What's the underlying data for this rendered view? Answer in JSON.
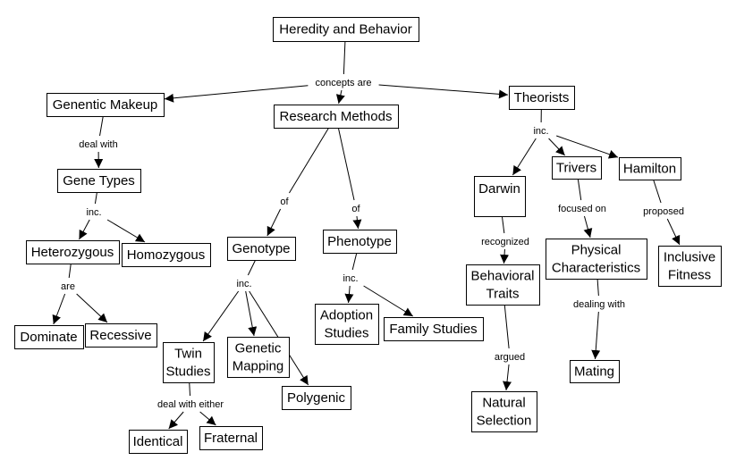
{
  "title": "Heredity and Behavior",
  "colors": {
    "background": "#ffffff",
    "stroke": "#000000",
    "text": "#000000"
  },
  "nodes": {
    "heredity": {
      "lines": [
        "Heredity and Behavior"
      ]
    },
    "genentic_makeup": {
      "lines": [
        "Genentic Makeup"
      ]
    },
    "research_methods": {
      "lines": [
        "Research Methods"
      ]
    },
    "theorists": {
      "lines": [
        "Theorists"
      ]
    },
    "gene_types": {
      "lines": [
        "Gene Types"
      ]
    },
    "heterozygous": {
      "lines": [
        "Heterozygous"
      ]
    },
    "homozygous": {
      "lines": [
        "Homozygous"
      ]
    },
    "dominate": {
      "lines": [
        "Dominate"
      ]
    },
    "recessive": {
      "lines": [
        "Recessive"
      ]
    },
    "genotype": {
      "lines": [
        "Genotype"
      ]
    },
    "phenotype": {
      "lines": [
        "Phenotype"
      ]
    },
    "twin_studies": {
      "lines": [
        "Twin",
        "Studies"
      ]
    },
    "genetic_mapping": {
      "lines": [
        "Genetic",
        "Mapping"
      ]
    },
    "polygenic": {
      "lines": [
        "Polygenic"
      ]
    },
    "identical": {
      "lines": [
        "Identical"
      ]
    },
    "fraternal": {
      "lines": [
        "Fraternal"
      ]
    },
    "adoption_studies": {
      "lines": [
        "Adoption",
        "Studies"
      ]
    },
    "family_studies": {
      "lines": [
        "Family Studies"
      ]
    },
    "darwin": {
      "lines": [
        "Darwin"
      ]
    },
    "trivers": {
      "lines": [
        "Trivers"
      ]
    },
    "hamilton": {
      "lines": [
        "Hamilton"
      ]
    },
    "behavioral_traits": {
      "lines": [
        "Behavioral",
        "Traits"
      ]
    },
    "natural_selection": {
      "lines": [
        "Natural",
        "Selection"
      ]
    },
    "physical_characteristics": {
      "lines": [
        "Physical",
        "Characteristics"
      ]
    },
    "inclusive_fitness": {
      "lines": [
        "Inclusive",
        "Fitness"
      ]
    },
    "mating": {
      "lines": [
        "Mating"
      ]
    }
  },
  "link_labels": {
    "concepts_are": "concepts are",
    "deal_with": "deal with",
    "inc_gene_types": "inc.",
    "are": "are",
    "of_genotype": "of",
    "of_phenotype": "of",
    "inc_genotype": "inc.",
    "deal_with_either": "deal with either",
    "inc_phenotype": "inc.",
    "inc_theorists": "inc.",
    "recognized": "recognized",
    "argued": "argued",
    "focused_on": "focused on",
    "dealing_with": "dealing with",
    "proposed": "proposed"
  },
  "connections": [
    {
      "from": "heredity",
      "via": "concepts_are",
      "to": [
        "genentic_makeup",
        "research_methods",
        "theorists"
      ]
    },
    {
      "from": "genentic_makeup",
      "via": "deal_with",
      "to": [
        "gene_types"
      ]
    },
    {
      "from": "gene_types",
      "via": "inc_gene_types",
      "to": [
        "heterozygous",
        "homozygous"
      ]
    },
    {
      "from": "heterozygous",
      "via": "are",
      "to": [
        "dominate",
        "recessive"
      ]
    },
    {
      "from": "research_methods",
      "via": "of_genotype",
      "to": [
        "genotype"
      ]
    },
    {
      "from": "research_methods",
      "via": "of_phenotype",
      "to": [
        "phenotype"
      ]
    },
    {
      "from": "genotype",
      "via": "inc_genotype",
      "to": [
        "twin_studies",
        "genetic_mapping",
        "polygenic"
      ]
    },
    {
      "from": "twin_studies",
      "via": "deal_with_either",
      "to": [
        "identical",
        "fraternal"
      ]
    },
    {
      "from": "phenotype",
      "via": "inc_phenotype",
      "to": [
        "adoption_studies",
        "family_studies"
      ]
    },
    {
      "from": "theorists",
      "via": "inc_theorists",
      "to": [
        "darwin",
        "trivers",
        "hamilton"
      ]
    },
    {
      "from": "darwin",
      "via": "recognized",
      "to": [
        "behavioral_traits"
      ]
    },
    {
      "from": "behavioral_traits",
      "via": "argued",
      "to": [
        "natural_selection"
      ]
    },
    {
      "from": "trivers",
      "via": "focused_on",
      "to": [
        "physical_characteristics"
      ]
    },
    {
      "from": "physical_characteristics",
      "via": "dealing_with",
      "to": [
        "mating"
      ]
    },
    {
      "from": "hamilton",
      "via": "proposed",
      "to": [
        "inclusive_fitness"
      ]
    }
  ]
}
